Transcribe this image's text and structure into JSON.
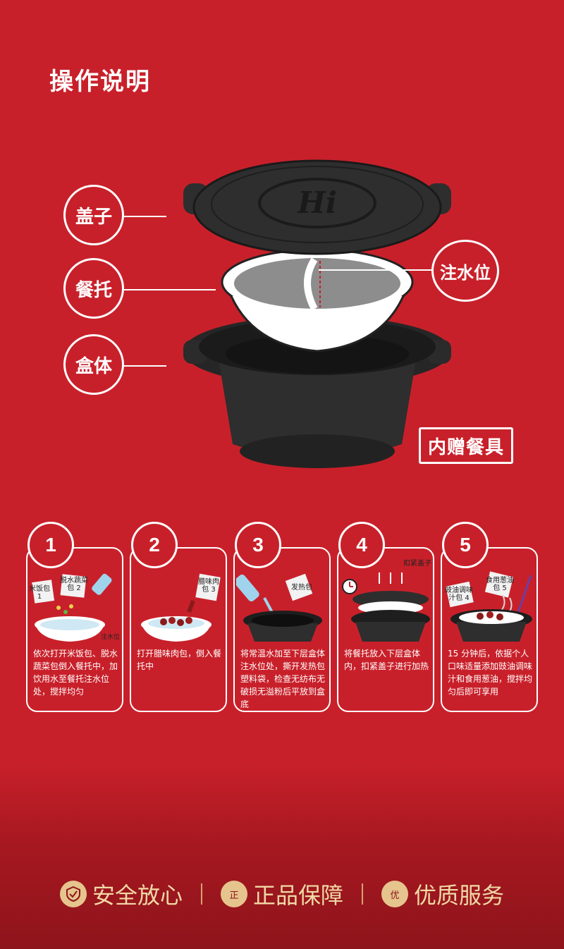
{
  "page": {
    "title": "操作说明"
  },
  "labels": {
    "lid": "盖子",
    "tray": "餐托",
    "body": "盒体",
    "water": "注水位"
  },
  "logo_text": "Hi",
  "gift_badge": "内赠餐具",
  "steps": [
    {
      "number": "1",
      "packs": [
        "米饭包 1",
        "脱水蔬菜包 2"
      ],
      "note": "注水位",
      "text": "依次打开米饭包、脱水蔬菜包倒入餐托中，加饮用水至餐托注水位处，搅拌均匀"
    },
    {
      "number": "2",
      "packs": [
        "腊味肉包 3"
      ],
      "text": "打开腊味肉包，倒入餐托中"
    },
    {
      "number": "3",
      "packs": [
        "发热包"
      ],
      "text": "将常温水加至下层盒体注水位处，撕开发热包塑料袋，检查无纺布无破损无溢粉后平放到盒底"
    },
    {
      "number": "4",
      "note": "扣紧盖子",
      "text": "将餐托放入下层盒体内，扣紧盖子进行加热"
    },
    {
      "number": "5",
      "packs": [
        "豉油调味汁包 4",
        "食用葱油包 5"
      ],
      "text": "15 分钟后，依据个人口味适量添加豉油调味汁和食用葱油，搅拌均匀后即可享用"
    }
  ],
  "footer": [
    {
      "icon": "shield-icon",
      "icon_text": "",
      "label": "安全放心"
    },
    {
      "icon": "zheng-icon",
      "icon_text": "正",
      "label": "正品保障"
    },
    {
      "icon": "you-icon",
      "icon_text": "优",
      "label": "优质服务"
    }
  ],
  "colors": {
    "background": "#c8202a",
    "accent_gold": "#e6c48d",
    "pot": "#2e2e2e"
  }
}
